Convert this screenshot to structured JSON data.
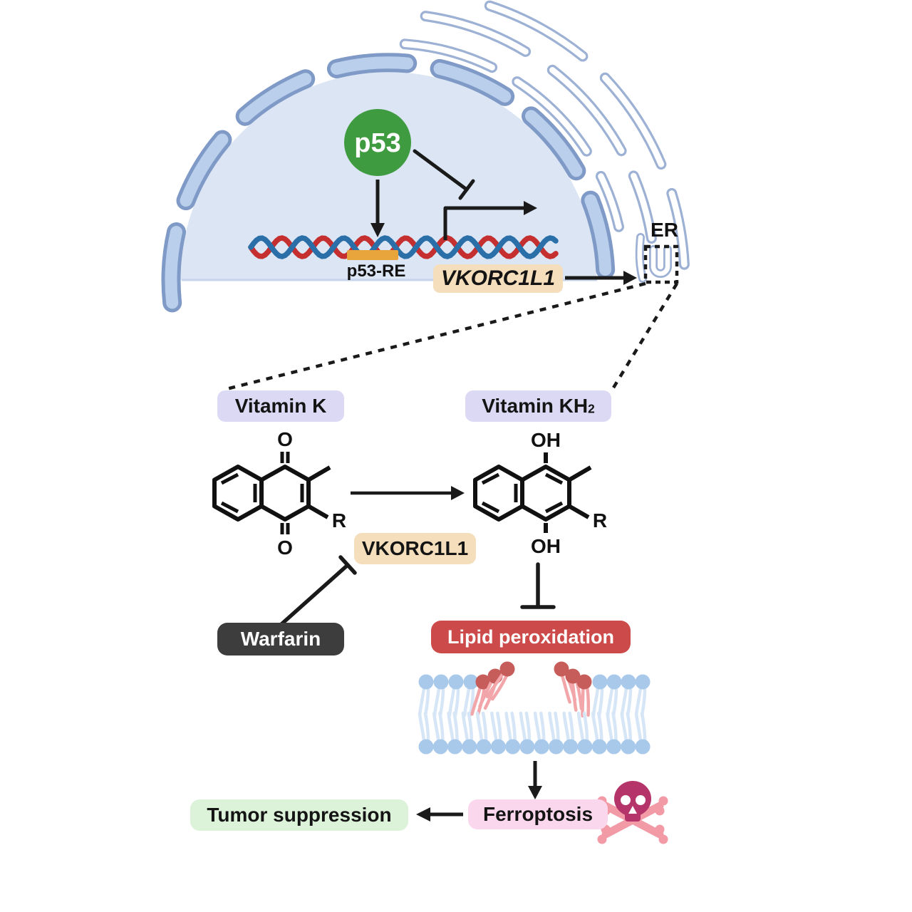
{
  "figure": {
    "nucleus": {
      "p53_label": "p53",
      "p53_re_label": "p53-RE",
      "gene_label": "VKORC1L1",
      "er_label": "ER"
    },
    "vitamin_cycle": {
      "vitamin_k_label": "Vitamin K",
      "vitamin_kh2_base": "Vitamin KH",
      "vitamin_kh2_sub": "2",
      "enzyme_label": "VKORC1L1",
      "warfarin_label": "Warfarin",
      "atoms": {
        "o": "O",
        "oh": "OH",
        "r": "R"
      }
    },
    "downstream": {
      "lipid_peroxidation_label": "Lipid peroxidation",
      "ferroptosis_label": "Ferroptosis",
      "tumor_suppression_label": "Tumor suppression"
    },
    "icons": {
      "skull_crossbones": "skull-crossbones-icon",
      "er_zoom_box": "dashed magnifier box on ER membrane"
    },
    "colors": {
      "p53_green": "#3e9b3f",
      "dna_red": "#c52f2f",
      "dna_blue": "#2a6fa8",
      "p53re_orange": "#e8a53c",
      "gene_box_tan": "#f4debb",
      "label_lavender": "#dcd9f4",
      "warfarin_dark": "#3d3d3d",
      "lipid_box_red": "#cc4a49",
      "ferroptosis_pink": "#fbd7ee",
      "tumor_green": "#dcf3da",
      "nucleus_fill": "#dce5f4",
      "envelope_blue": "#b9cfec",
      "envelope_outline": "#7f9ac6",
      "er_outline": "#9db1d4",
      "membrane_head_blue": "#a9c9ea",
      "membrane_tail_blue": "#d6e6f6",
      "damaged_head_red": "#c65d5b",
      "damaged_tail_red": "#f2a6aa",
      "skull_magenta": "#b5356b",
      "bones_pink": "#f29aa6",
      "line_black": "#1a1a1a"
    }
  }
}
